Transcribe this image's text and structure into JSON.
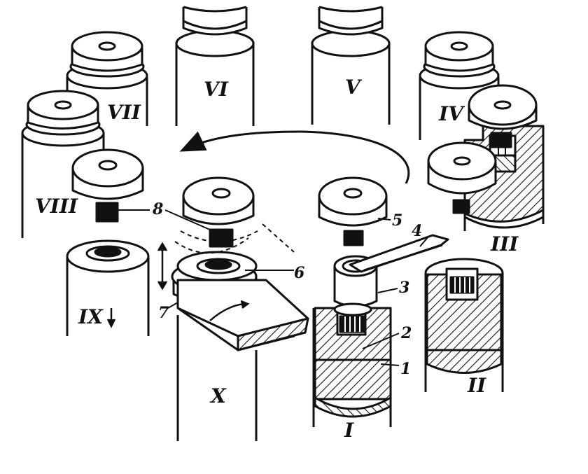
{
  "stations": {
    "I": "I",
    "II": "II",
    "III": "III",
    "IV": "IV",
    "V": "V",
    "VI": "VI",
    "VII": "VII",
    "VIII": "VIII",
    "IX": "IX",
    "X": "X"
  },
  "callouts": {
    "c1": "1",
    "c2": "2",
    "c3": "3",
    "c4": "4",
    "c5": "5",
    "c6": "6",
    "c7": "7",
    "c8": "8"
  },
  "colors": {
    "ink": "#111111",
    "paper": "#ffffff"
  }
}
